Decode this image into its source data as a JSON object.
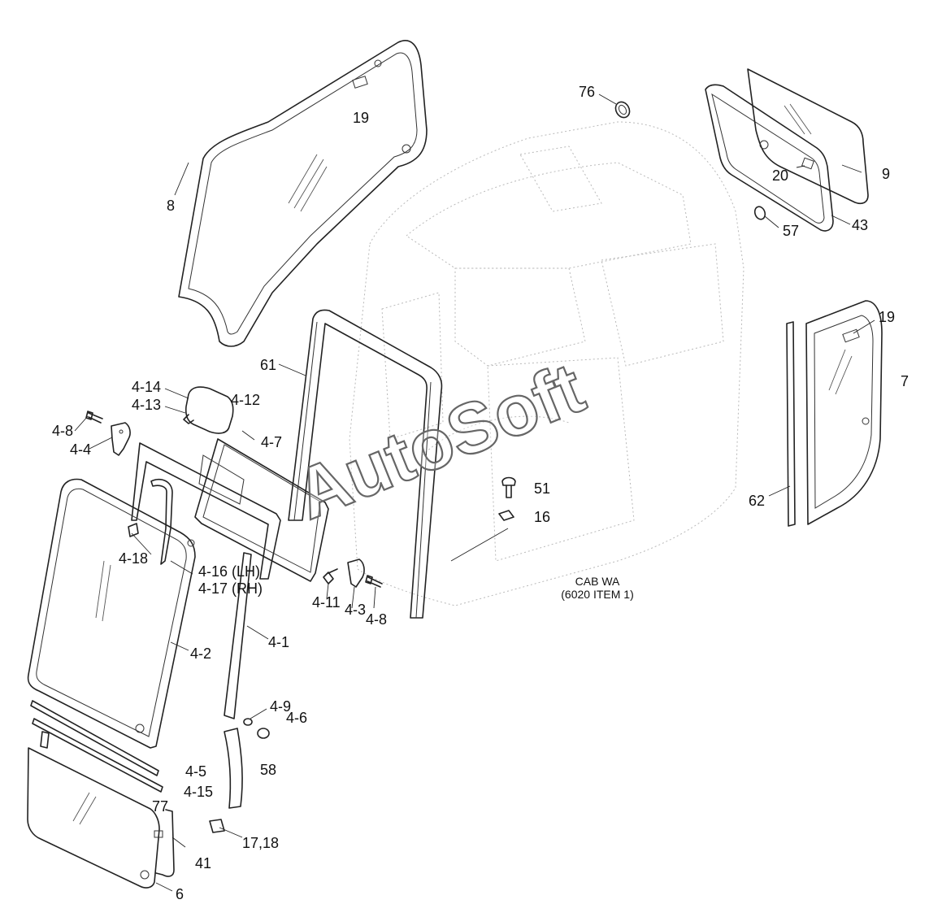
{
  "watermark": "AutoSoft",
  "cab_note": {
    "line1": "CAB WA",
    "line2": "(6020 ITEM 1)"
  },
  "callouts": {
    "c76": "76",
    "c19a": "19",
    "c8": "8",
    "c20": "20",
    "c9": "9",
    "c57": "57",
    "c43": "43",
    "c19b": "19",
    "c7": "7",
    "c61": "61",
    "c4_14": "4-14",
    "c4_13": "4-13",
    "c4_12": "4-12",
    "c4_8a": "4-8",
    "c4_4": "4-4",
    "c4_7": "4-7",
    "c51": "51",
    "c16": "16",
    "c62": "62",
    "c4_18": "4-18",
    "c4_16": "4-16 (LH)",
    "c4_17": "4-17 (RH)",
    "c4_11": "4-11",
    "c4_3": "4-3",
    "c4_8b": "4-8",
    "c4_1": "4-1",
    "c4_2": "4-2",
    "c4_9": "4-9",
    "c4_6": "4-6",
    "c4_5": "4-5",
    "c58": "58",
    "c4_15": "4-15",
    "c77": "77",
    "c17_18": "17,18",
    "c41": "41",
    "c6": "6"
  }
}
